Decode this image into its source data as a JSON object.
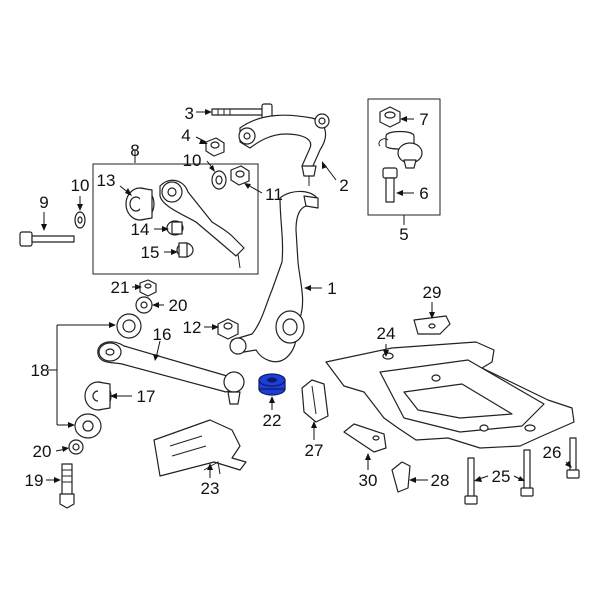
{
  "callouts": {
    "c1": "1",
    "c2": "2",
    "c3": "3",
    "c4": "4",
    "c5": "5",
    "c6": "6",
    "c7": "7",
    "c8": "8",
    "c9": "9",
    "c10a": "10",
    "c10b": "10",
    "c11": "11",
    "c12": "12",
    "c13": "13",
    "c14": "14",
    "c15": "15",
    "c16": "16",
    "c17": "17",
    "c18": "18",
    "c19": "19",
    "c20a": "20",
    "c20b": "20",
    "c21": "21",
    "c22": "22",
    "c23": "23",
    "c24": "24",
    "c25": "25",
    "c26": "26",
    "c27": "27",
    "c28": "28",
    "c29": "29",
    "c30": "30"
  },
  "highlight_color": "#1e3fd6"
}
